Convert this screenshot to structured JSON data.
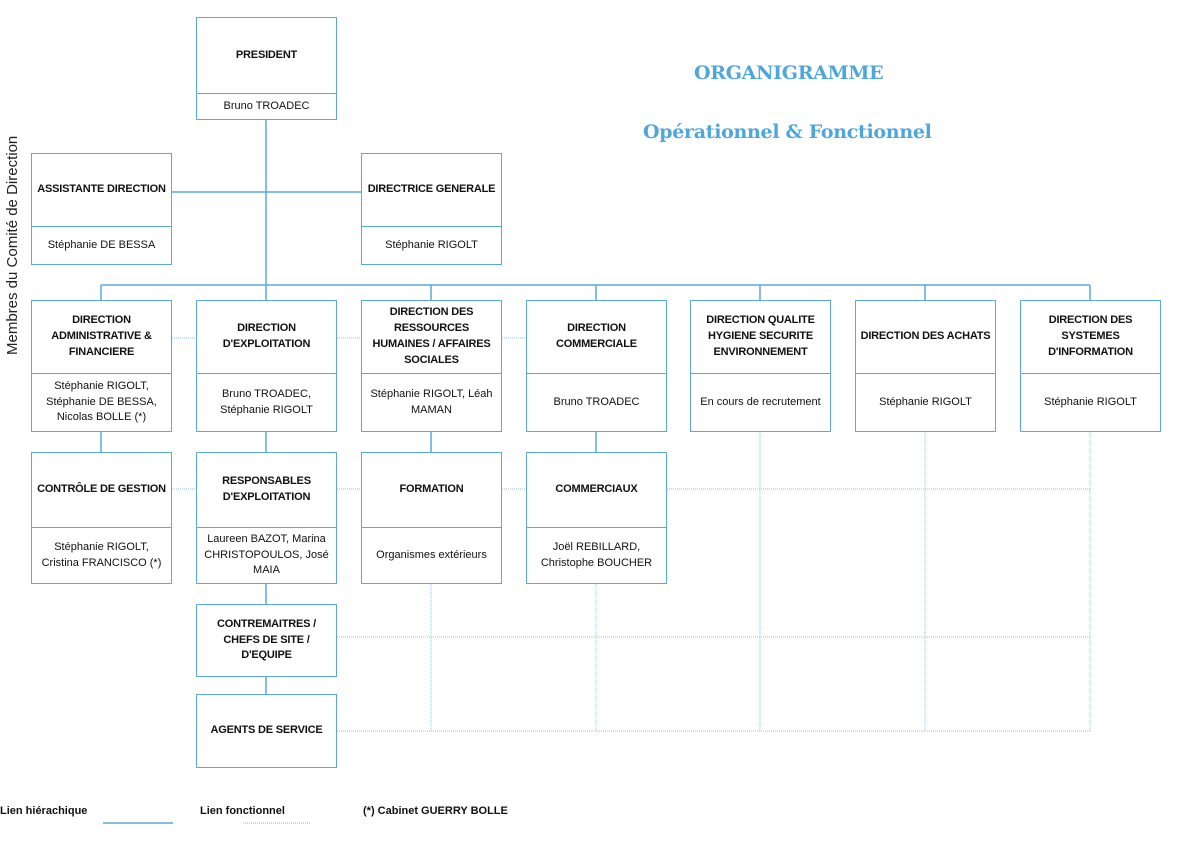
{
  "sidebar": {
    "vertical_label": "Membres du Comité de Direction"
  },
  "header": {
    "title": "ORGANIGRAMME",
    "subtitle": "Opérationnel & Fonctionnel"
  },
  "nodes": {
    "president": {
      "title": "PRESIDENT",
      "name": "Bruno TROADEC"
    },
    "assistante": {
      "title": "ASSISTANTE DIRECTION",
      "name": "Stéphanie DE BESSA"
    },
    "dg": {
      "title": "DIRECTRICE GENERALE",
      "name": "Stéphanie RIGOLT"
    },
    "daf": {
      "title": "DIRECTION ADMINISTRATIVE & FINANCIERE",
      "name": "Stéphanie RIGOLT, Stéphanie DE BESSA, Nicolas BOLLE (*)"
    },
    "dexp": {
      "title": "DIRECTION D'EXPLOITATION",
      "name": "Bruno TROADEC, Stéphanie RIGOLT"
    },
    "drh": {
      "title": "DIRECTION DES RESSOURCES HUMAINES / AFFAIRES SOCIALES",
      "name": "Stéphanie RIGOLT, Léah MAMAN"
    },
    "dcom": {
      "title": "DIRECTION COMMERCIALE",
      "name": "Bruno TROADEC"
    },
    "dqhse": {
      "title": "DIRECTION QUALITE HYGIENE SECURITE ENVIRONNEMENT",
      "name": "En cours de recrutement"
    },
    "dachats": {
      "title": "DIRECTION DES ACHATS",
      "name": "Stéphanie RIGOLT"
    },
    "dsi": {
      "title": "DIRECTION DES SYSTEMES D'INFORMATION",
      "name": "Stéphanie RIGOLT"
    },
    "cg": {
      "title": "CONTRÔLE DE GESTION",
      "name": "Stéphanie RIGOLT, Cristina FRANCISCO (*)"
    },
    "rexp": {
      "title": "RESPONSABLES D'EXPLOITATION",
      "name": "Laureen BAZOT, Marina CHRISTOPOULOS, José MAIA"
    },
    "formation": {
      "title": "FORMATION",
      "name": "Organismes extérieurs"
    },
    "commerciaux": {
      "title": "COMMERCIAUX",
      "name": "Joël REBILLARD, Christophe BOUCHER"
    },
    "contremaitres": {
      "title": "CONTREMAITRES / CHEFS DE SITE / D'EQUIPE"
    },
    "agents": {
      "title": "AGENTS DE SERVICE"
    }
  },
  "legend": {
    "hierarchique": "Lien hiérachique",
    "fonctionnel": "Lien fonctionnel",
    "note": "(*) Cabinet GUERRY BOLLE"
  },
  "colors": {
    "accent": "#5ba9dc",
    "title": "#4fa6dc",
    "functional_line": "#a9cde9"
  }
}
